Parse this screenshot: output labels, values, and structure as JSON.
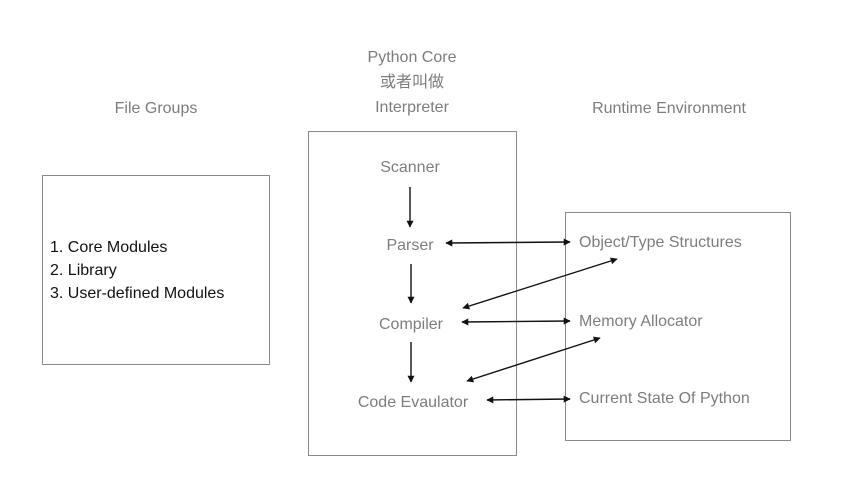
{
  "file_groups": {
    "title": "File Groups",
    "items": [
      "1. Core Modules",
      "2. Library",
      "3. User-defined Modules"
    ]
  },
  "interpreter": {
    "title_line1": "Python Core",
    "title_line2": "或者叫做",
    "title_line3": "Interpreter",
    "stages": {
      "scanner": "Scanner",
      "parser": "Parser",
      "compiler": "Compiler",
      "code_evaluator": "Code Evaulator"
    }
  },
  "runtime": {
    "title": "Runtime Environment",
    "items": {
      "object_type_structures": "Object/Type Structures",
      "memory_allocator": "Memory Allocator",
      "current_state": "Current State Of Python"
    }
  }
}
